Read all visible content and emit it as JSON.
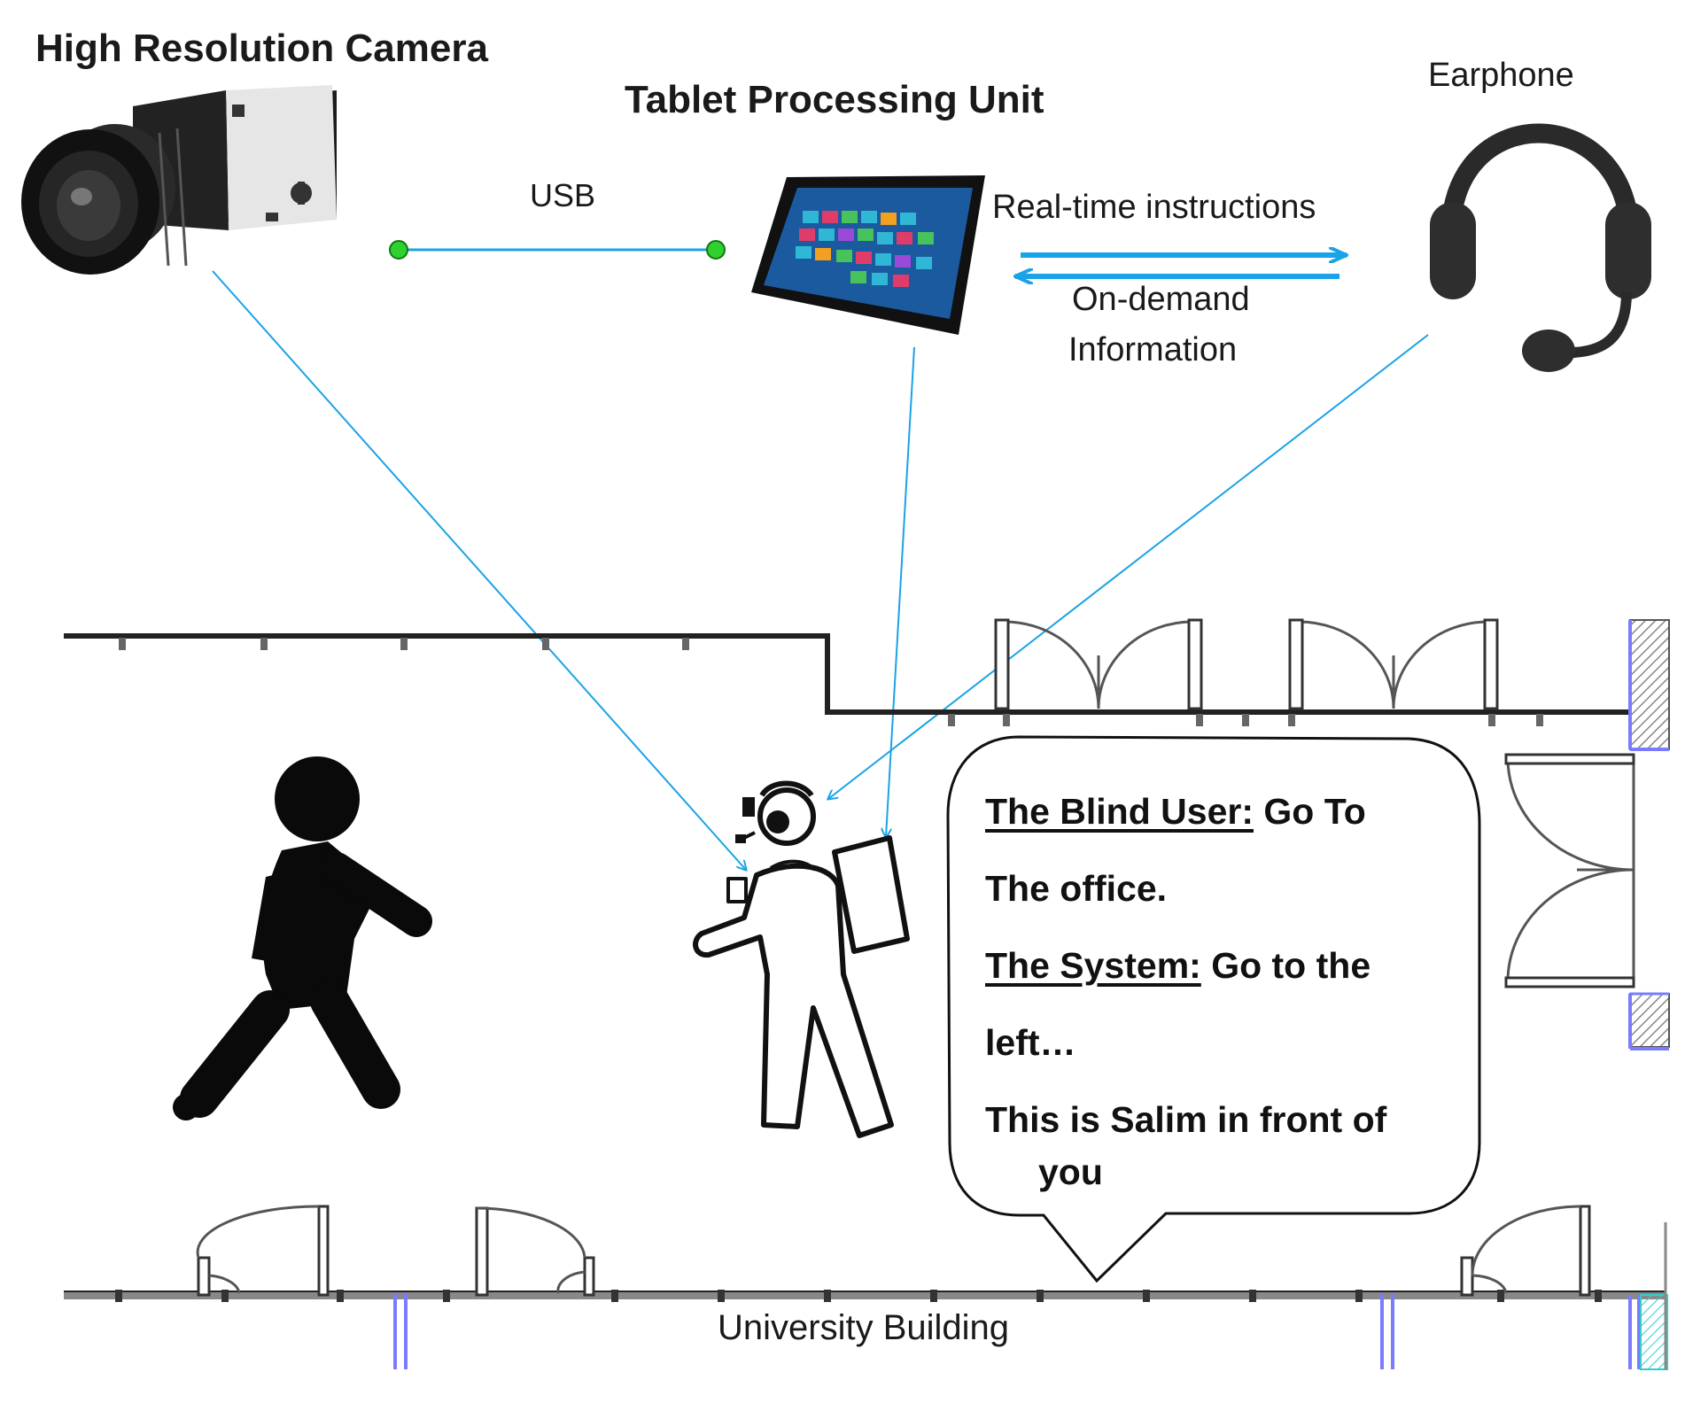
{
  "labels": {
    "camera": "High Resolution Camera",
    "tablet": "Tablet Processing Unit",
    "earphone": "Earphone",
    "usb": "USB",
    "realtime": "Real-time instructions",
    "ondemand_1": "On-demand",
    "ondemand_2": "Information",
    "building": "University Building"
  },
  "bubble": {
    "user_speaker": "The Blind User:",
    "user_text_1": " Go To",
    "user_text_2": "The office.",
    "system_speaker": "The System:",
    "system_text_1": " Go to the",
    "system_text_2": "left…",
    "system_text_3": "This is Salim in front of",
    "system_text_4": "you"
  },
  "colors": {
    "arrow": "#1aa3e6",
    "node": "#2fd12f",
    "wall": "#222222",
    "door": "#555555",
    "window": "#7b7bff"
  }
}
